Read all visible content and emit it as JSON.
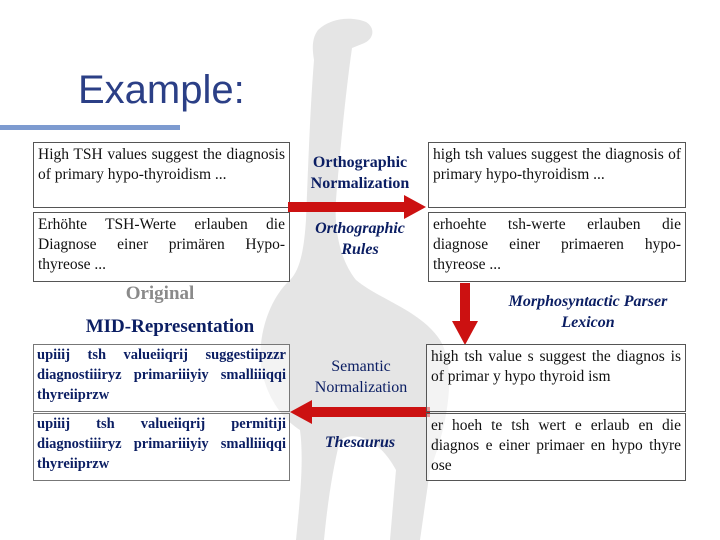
{
  "title": "Example:",
  "left_column": {
    "original_en": "High TSH values suggest the diagnosis of primary hypo-thyroidism ...",
    "original_de": "Erhöhte TSH-Werte erlauben die Diagnose einer primären Hypo-thyreose ...",
    "label_original": "Original",
    "label_mid": "MID-Representation",
    "mid_en": "upiiij tsh valueiiqrij suggestiipzzr diagnostiiiryz primariiiyiy smalliiiqqi thyreiiprzw",
    "mid_de": "upiiij tsh valueiiqrij permitiji diagnostiiiryz primariiiyiy smalliiiqqi thyreiiprzw"
  },
  "middle_column": {
    "orthographic_normalization": "Orthographic Normalization",
    "orthographic_rules": "Orthographic Rules",
    "semantic_normalization": "Semantic Normalization",
    "thesaurus": "Thesaurus"
  },
  "right_column": {
    "norm_en": "high tsh values suggest the diagnosis of primary hypo-thyroidism ...",
    "norm_de": "erhoehte tsh-werte erlauben die diagnose einer primaeren hypo-thyreose ...",
    "parser_label": "Morphosyntactic Parser Lexicon",
    "morph_en": "high tsh value s suggest the diagnos is of primar y hypo thyroid ism",
    "morph_de": "er hoeh te tsh wert e erlaub en die diagnos e einer primaer en hypo thyre ose"
  },
  "colors": {
    "arrow_red": "#cc1111",
    "title_blue": "#2b3f86",
    "rule_blue": "#7d9bd0",
    "label_navy": "#0b1e63"
  }
}
